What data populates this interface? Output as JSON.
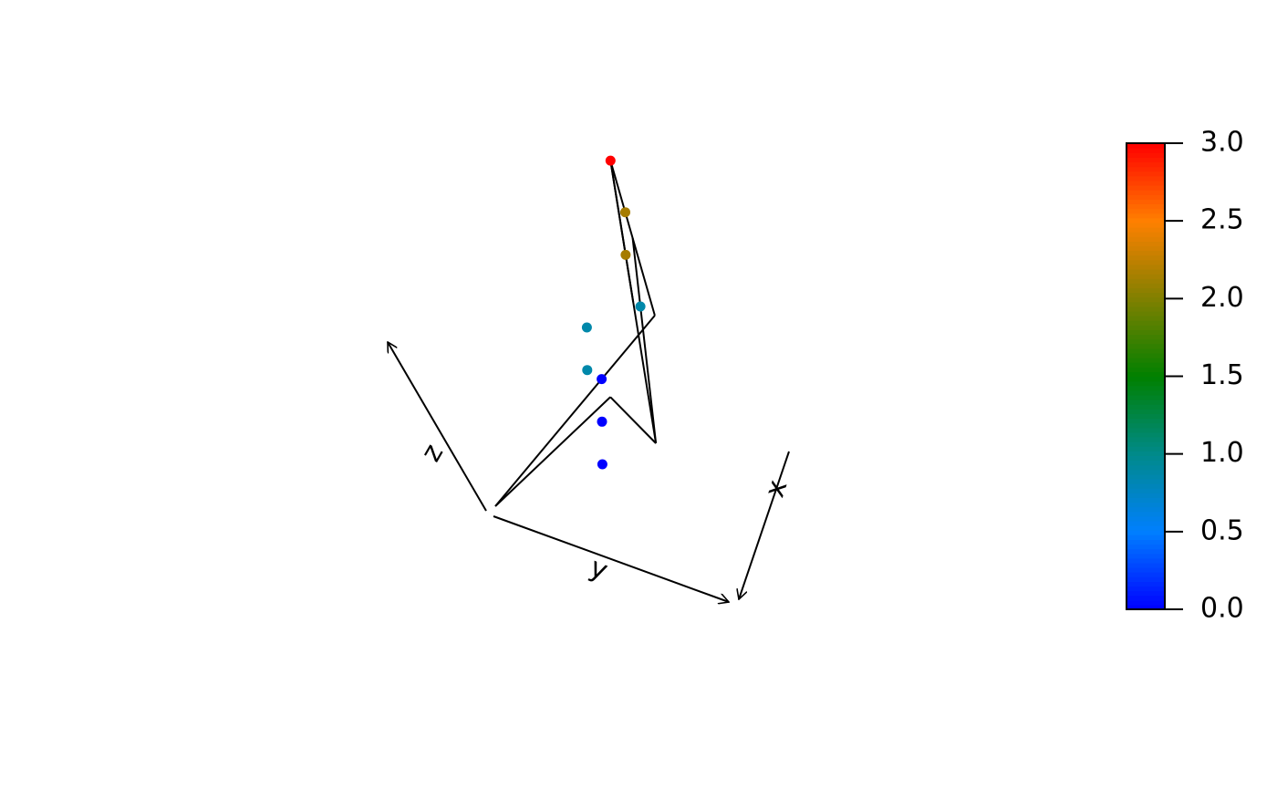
{
  "chart_data": {
    "type": "scatter3d",
    "title": "",
    "axes": {
      "x": "x",
      "y": "y",
      "z": "z"
    },
    "points": [
      {
        "x": 0,
        "y": 0,
        "z": 3,
        "value": 3
      },
      {
        "x": 0,
        "y": 1,
        "z": 2,
        "value": 2
      },
      {
        "x": 1,
        "y": 0,
        "z": 2,
        "value": 2
      },
      {
        "x": 0,
        "y": 1,
        "z": 1,
        "value": 1
      },
      {
        "x": 1,
        "y": 1,
        "z": 1,
        "value": 1
      },
      {
        "x": 1,
        "y": 0,
        "z": 1,
        "value": 1
      },
      {
        "x": 1,
        "y": 1,
        "z": 0,
        "value": 0
      },
      {
        "x": 0,
        "y": 2,
        "z": 0,
        "value": 0
      },
      {
        "x": 2,
        "y": 0,
        "z": 0,
        "value": 0
      }
    ],
    "colorbar": {
      "min": 0,
      "max": 3,
      "ticks": [
        "0.0",
        "0.5",
        "1.0",
        "1.5",
        "2.0",
        "2.5",
        "3.0"
      ],
      "palette": [
        "#0000ff",
        "#007fff",
        "#008a8a",
        "#008000",
        "#808000",
        "#ff8000",
        "#ff0000"
      ]
    },
    "box": true,
    "grid": false,
    "legend_position": "right"
  }
}
